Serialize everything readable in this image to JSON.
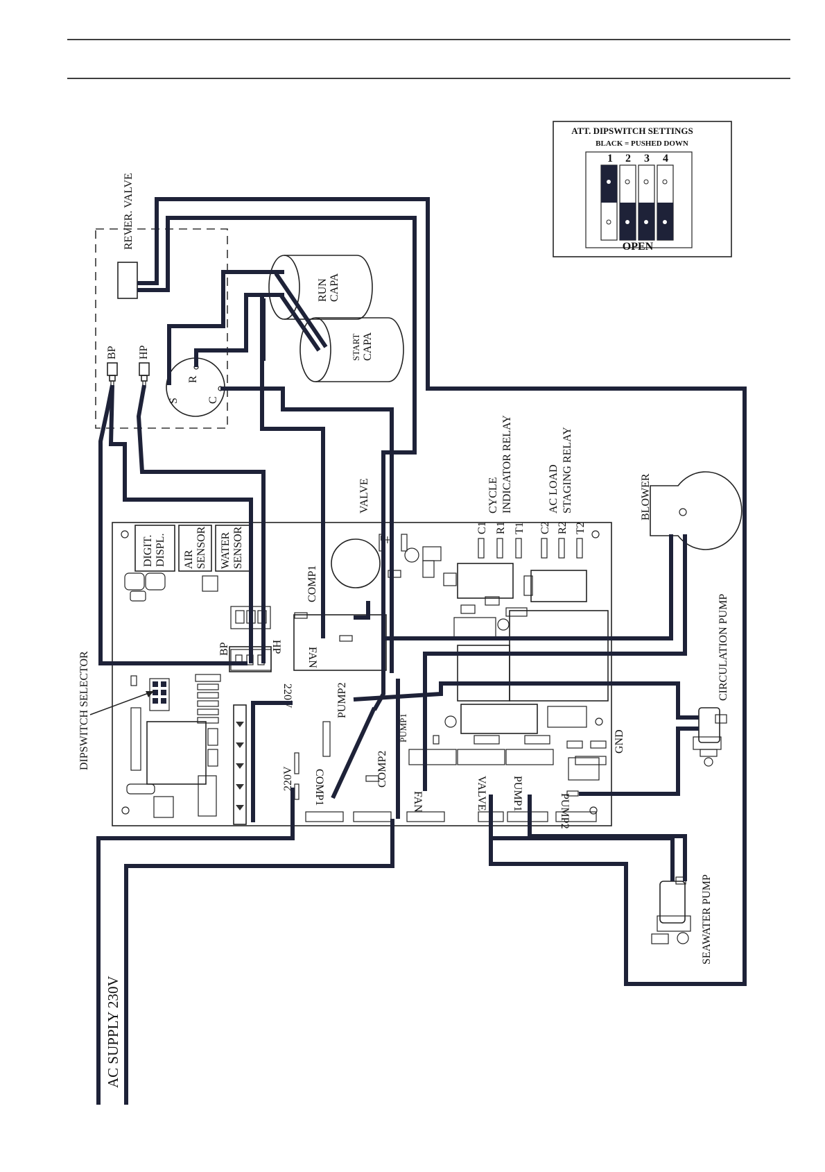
{
  "dipswitch": {
    "title": "ATT.  DIPSWITCH SETTINGS",
    "subtitle": "BLACK = PUSHED DOWN",
    "numbers": [
      "1",
      "2",
      "3",
      "4"
    ],
    "open_label": "OPEN"
  },
  "components": {
    "rever_valve": "REVER. VALVE",
    "run_capa": [
      "RUN",
      "CAPA"
    ],
    "start_capa": [
      "START",
      "CAPA"
    ],
    "bp_switch": "BP",
    "hp_switch": "HP",
    "compressor_terminals": [
      "S",
      "R",
      "C"
    ],
    "valve": "VALVE",
    "cycle_relay": [
      "CYCLE",
      "INDICATOR RELAY"
    ],
    "ac_load_relay": [
      "AC LOAD",
      "STAGING RELAY"
    ],
    "blower": "BLOWER",
    "circulation_pump": "CIRCULATION PUMP",
    "seawater_pump": "SEAWATER PUMP",
    "dipswitch_selector": "DIPSWITCH SELECTOR",
    "ac_supply": "AC SUPPLY 230V"
  },
  "board": {
    "digit_displ": [
      "DIGIT.",
      "DISPL."
    ],
    "air_sensor": [
      "AIR",
      "SENSOR"
    ],
    "water_sensor": [
      "WATER",
      "SENSOR"
    ],
    "comp1_top": "COMP1",
    "fan_top": "FAN",
    "bp": "BP",
    "hp": "HP",
    "v220_top": "220V",
    "pump2_top": "PUMP2",
    "pump1": "PUMP1",
    "v220_bottom": "220V",
    "comp1_bottom": "COMP1",
    "comp2": "COMP2",
    "fan_bottom": "FAN",
    "valve_bottom": "VALVE",
    "pump1_bottom": "PUMP1",
    "pump2_bottom": "PUMP2",
    "gnd": "GND",
    "relay_pins": [
      "C1",
      "R1",
      "T1",
      "C2",
      "R2",
      "T2"
    ],
    "plus": "+",
    "minus": "−"
  }
}
